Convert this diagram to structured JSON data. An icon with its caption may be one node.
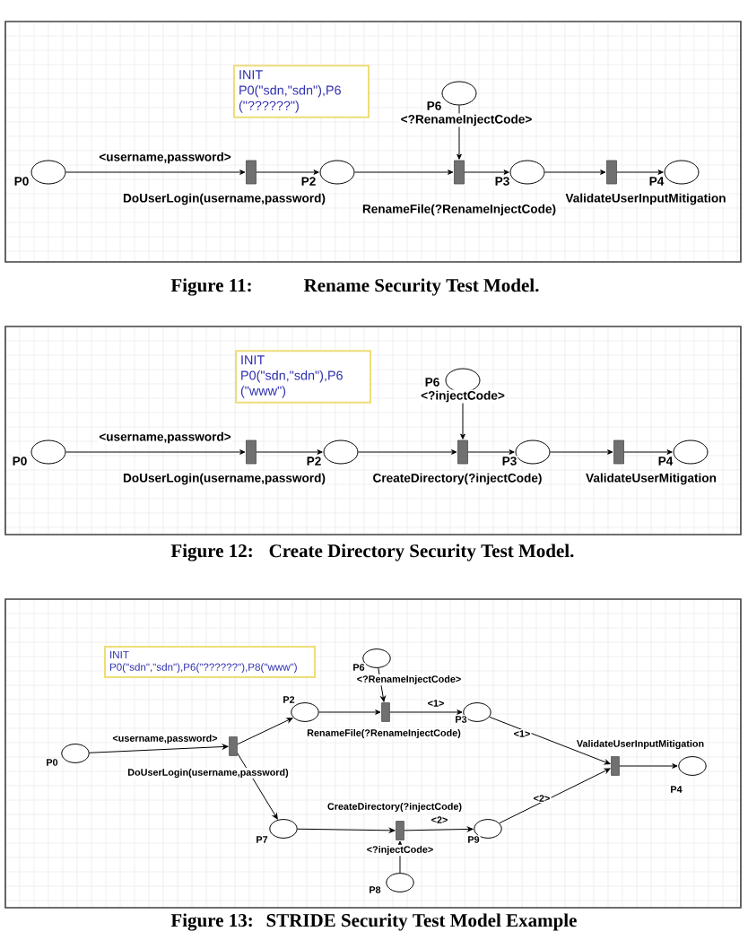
{
  "diagram": {
    "nodes": [
      {
        "text": [
          "INIT",
          "P0(\"sdn,\"sdn\"),P6 (\"??????\")"
        ]
      },
      {
        "text": [],
        "shape": "circle",
        "beside": [
          "P0"
        ]
      },
      {
        "text": [],
        "shape": "bar",
        "beside": [
          "DoUserLogin(username,password)"
        ]
      },
      {
        "text": [],
        "shape": "circle",
        "beside": [
          "P2"
        ]
      },
      {
        "text": [],
        "shape": "circle",
        "beside": [
          "P6"
        ]
      },
      {
        "text": [],
        "shape": "bar",
        "beside": [
          "RenameFile(?RenameInjectCode)"
        ]
      },
      {
        "text": [],
        "shape": "circle",
        "beside": [
          "P3"
        ]
      },
      {
        "text": [],
        "shape": "bar",
        "beside": [
          "ValidateUserInputMitigation"
        ]
      },
      {
        "text": [],
        "shape": "circle",
        "beside": [
          "P4"
        ]
      },
      {
        "text": [
          "INIT",
          "P0(\"sdn,\"sdn\"),P6 (\"www\")"
        ]
      },
      {
        "text": [],
        "shape": "circle",
        "beside": [
          "P0"
        ]
      },
      {
        "text": [],
        "shape": "bar",
        "beside": [
          "DoUserLogin(username,password)"
        ]
      },
      {
        "text": [],
        "shape": "circle",
        "beside": [
          "P2"
        ]
      },
      {
        "text": [],
        "shape": "circle",
        "beside": [
          "P6"
        ]
      },
      {
        "text": [],
        "shape": "bar",
        "beside": [
          "CreateDirectory(?injectCode)"
        ]
      },
      {
        "text": [],
        "shape": "circle",
        "beside": [
          "P3"
        ]
      },
      {
        "text": [],
        "shape": "bar",
        "beside": [
          "ValidateUserMitigation"
        ]
      },
      {
        "text": [],
        "shape": "circle",
        "beside": [
          "P4"
        ]
      },
      {
        "text": [
          "INIT",
          "P0(\"sdn\",\"sdn\"),P6(\"??????\"),P8(\"www\")"
        ]
      },
      {
        "text": [],
        "shape": "circle",
        "beside": [
          "P0"
        ]
      },
      {
        "text": [],
        "shape": "bar",
        "beside": [
          "DoUserLogin(username,password)"
        ]
      },
      {
        "text": [],
        "shape": "circle",
        "beside": [
          "P2"
        ]
      },
      {
        "text": [],
        "shape": "circle",
        "beside": [
          "P7"
        ]
      },
      {
        "text": [],
        "shape": "circle",
        "beside": [
          "P6"
        ]
      },
      {
        "text": [],
        "shape": "bar",
        "beside": [
          "RenameFile(?RenameInjectCode)"
        ]
      },
      {
        "text": [],
        "shape": "circle",
        "beside": [
          "P3"
        ]
      },
      {
        "text": [],
        "shape": "bar",
        "beside": [
          "ValidateUserInputMitigation"
        ]
      },
      {
        "text": [],
        "shape": "circle",
        "beside": [
          "P4"
        ]
      },
      {
        "text": [],
        "shape": "bar",
        "beside": [
          "CreateDirectory(?injectCode)"
        ]
      },
      {
        "text": [],
        "shape": "circle",
        "beside": [
          "P9"
        ]
      },
      {
        "text": [],
        "shape": "circle",
        "beside": [
          "P8"
        ]
      }
    ],
    "edges": [
      {
        "from": 1,
        "to": 2,
        "arrow": "to",
        "label": "<username,password>"
      },
      {
        "from": 2,
        "to": 3,
        "arrow": "to"
      },
      {
        "from": 3,
        "to": 5,
        "arrow": "to"
      },
      {
        "from": 4,
        "to": 5,
        "arrow": "to",
        "label": "<?RenameInjectCode>"
      },
      {
        "from": 5,
        "to": 6,
        "arrow": "to"
      },
      {
        "from": 6,
        "to": 7,
        "arrow": "to"
      },
      {
        "from": 7,
        "to": 8,
        "arrow": "to"
      },
      {
        "from": 10,
        "to": 11,
        "arrow": "to",
        "label": "<username,password>"
      },
      {
        "from": 11,
        "to": 12,
        "arrow": "to"
      },
      {
        "from": 12,
        "to": 14,
        "arrow": "to"
      },
      {
        "from": 13,
        "to": 14,
        "arrow": "to",
        "label": "<?injectCode>"
      },
      {
        "from": 14,
        "to": 15,
        "arrow": "to"
      },
      {
        "from": 15,
        "to": 16,
        "arrow": "to"
      },
      {
        "from": 16,
        "to": 17,
        "arrow": "to"
      },
      {
        "from": 19,
        "to": 20,
        "arrow": "to",
        "label": "<username,password>"
      },
      {
        "from": 20,
        "to": 21,
        "arrow": "to"
      },
      {
        "from": 20,
        "to": 22,
        "arrow": "to"
      },
      {
        "from": 23,
        "to": 24,
        "arrow": "to",
        "label": "<?RenameInjectCode>"
      },
      {
        "from": 21,
        "to": 24,
        "arrow": "to"
      },
      {
        "from": 24,
        "to": 25,
        "arrow": "to",
        "label": "<1>"
      },
      {
        "from": 25,
        "to": 26,
        "arrow": "to",
        "label": "<1>"
      },
      {
        "from": 26,
        "to": 27,
        "arrow": "to"
      },
      {
        "from": 22,
        "to": 28,
        "arrow": "to"
      },
      {
        "from": 30,
        "to": 28,
        "arrow": "to",
        "label": "<?injectCode>"
      },
      {
        "from": 28,
        "to": 29,
        "arrow": "to",
        "label": "<2>"
      },
      {
        "from": 29,
        "to": 26,
        "arrow": "to",
        "label": "<2>"
      }
    ],
    "labels": [
      "Figure 11:",
      "Rename Security Test Model.",
      "Figure 12:",
      "Create Directory Security Test Model.",
      "Figure 13:",
      "STRIDE Security Test Model Example"
    ]
  }
}
